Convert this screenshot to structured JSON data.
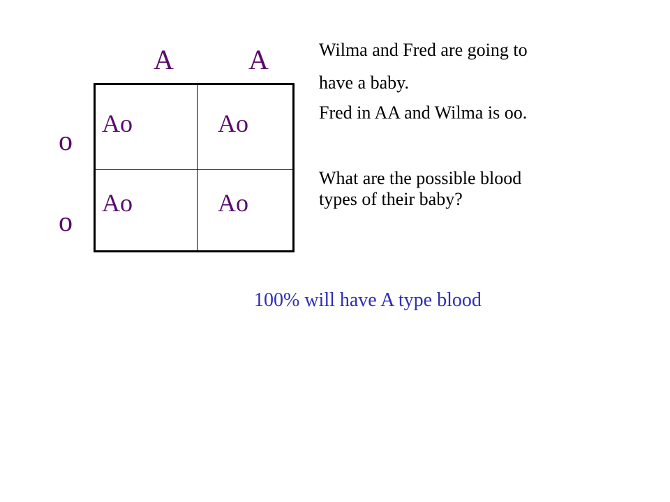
{
  "colors": {
    "allele_text": "#5a0a6b",
    "body_text": "#000000",
    "answer_text": "#2f2fb6",
    "grid_line": "#000000"
  },
  "punnett": {
    "top_alleles": [
      "A",
      "A"
    ],
    "side_alleles": [
      "o",
      "o"
    ],
    "cells": [
      [
        "Ao",
        "Ao"
      ],
      [
        "Ao",
        "Ao"
      ]
    ]
  },
  "question": {
    "line1": "Wilma and Fred are going to",
    "line2": "have a baby.",
    "line3": "Fred in AA and Wilma is oo.",
    "line4": "What are the possible blood",
    "line5": "types of their baby?"
  },
  "answer": "100% will have A type blood"
}
